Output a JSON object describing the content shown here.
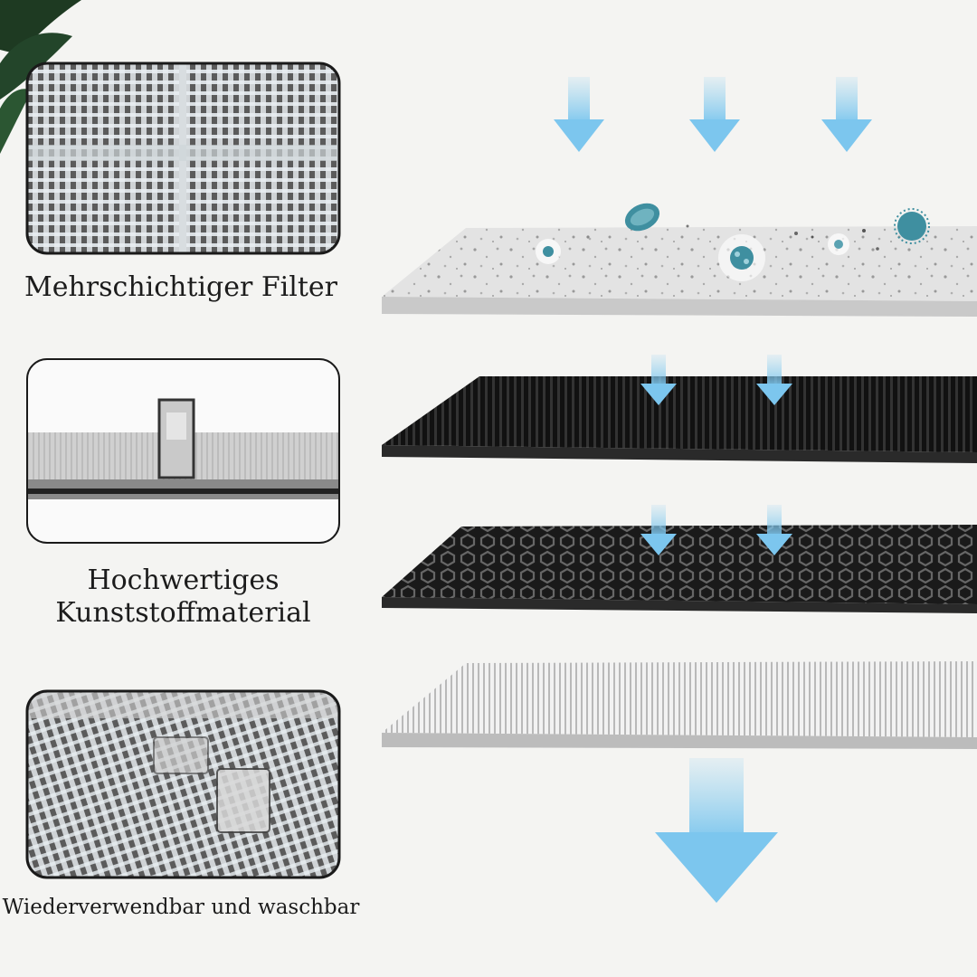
{
  "captions": {
    "multilayer": "Mehrschichtiger Filter",
    "material_line1": "Hochwertiges",
    "material_line2": "Kunststoffmaterial",
    "washable": "Wiederverwendbar und waschbar"
  },
  "colors": {
    "background": "#f4f4f2",
    "arrow": "#8fd0f0",
    "layer_dark": "#1a1a1a",
    "layer_light": "#dcdcdc",
    "particle": "#3f8fa0"
  }
}
